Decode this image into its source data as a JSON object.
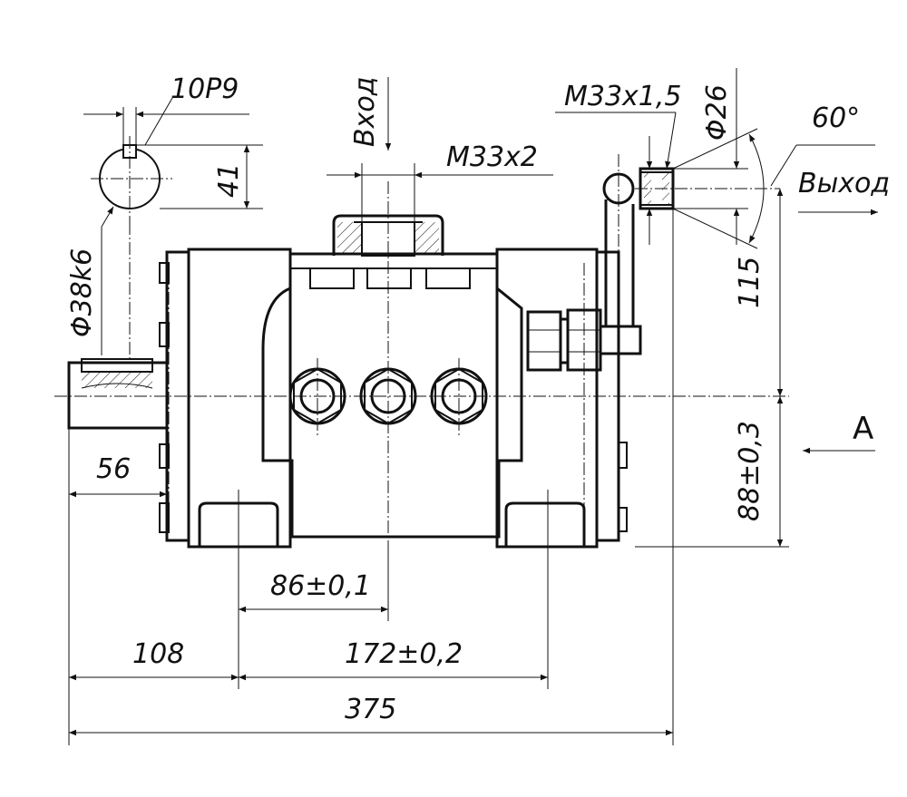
{
  "labels": {
    "key_width": "10P9",
    "key_depth": "41",
    "shaft_diameter": "Φ38k6",
    "inlet": "Вход",
    "inlet_thread": "M33x2",
    "outlet_thread": "M33x1,5",
    "outlet_diameter": "Φ26",
    "angle": "60°",
    "outlet": "Выход",
    "height_upper": "115",
    "height_lower": "88±0,3",
    "shaft_length": "56",
    "half_mount_spacing": "86±0,1",
    "shaft_to_mount": "108",
    "mount_spacing": "172±0,2",
    "overall_length": "375",
    "view": "A"
  }
}
